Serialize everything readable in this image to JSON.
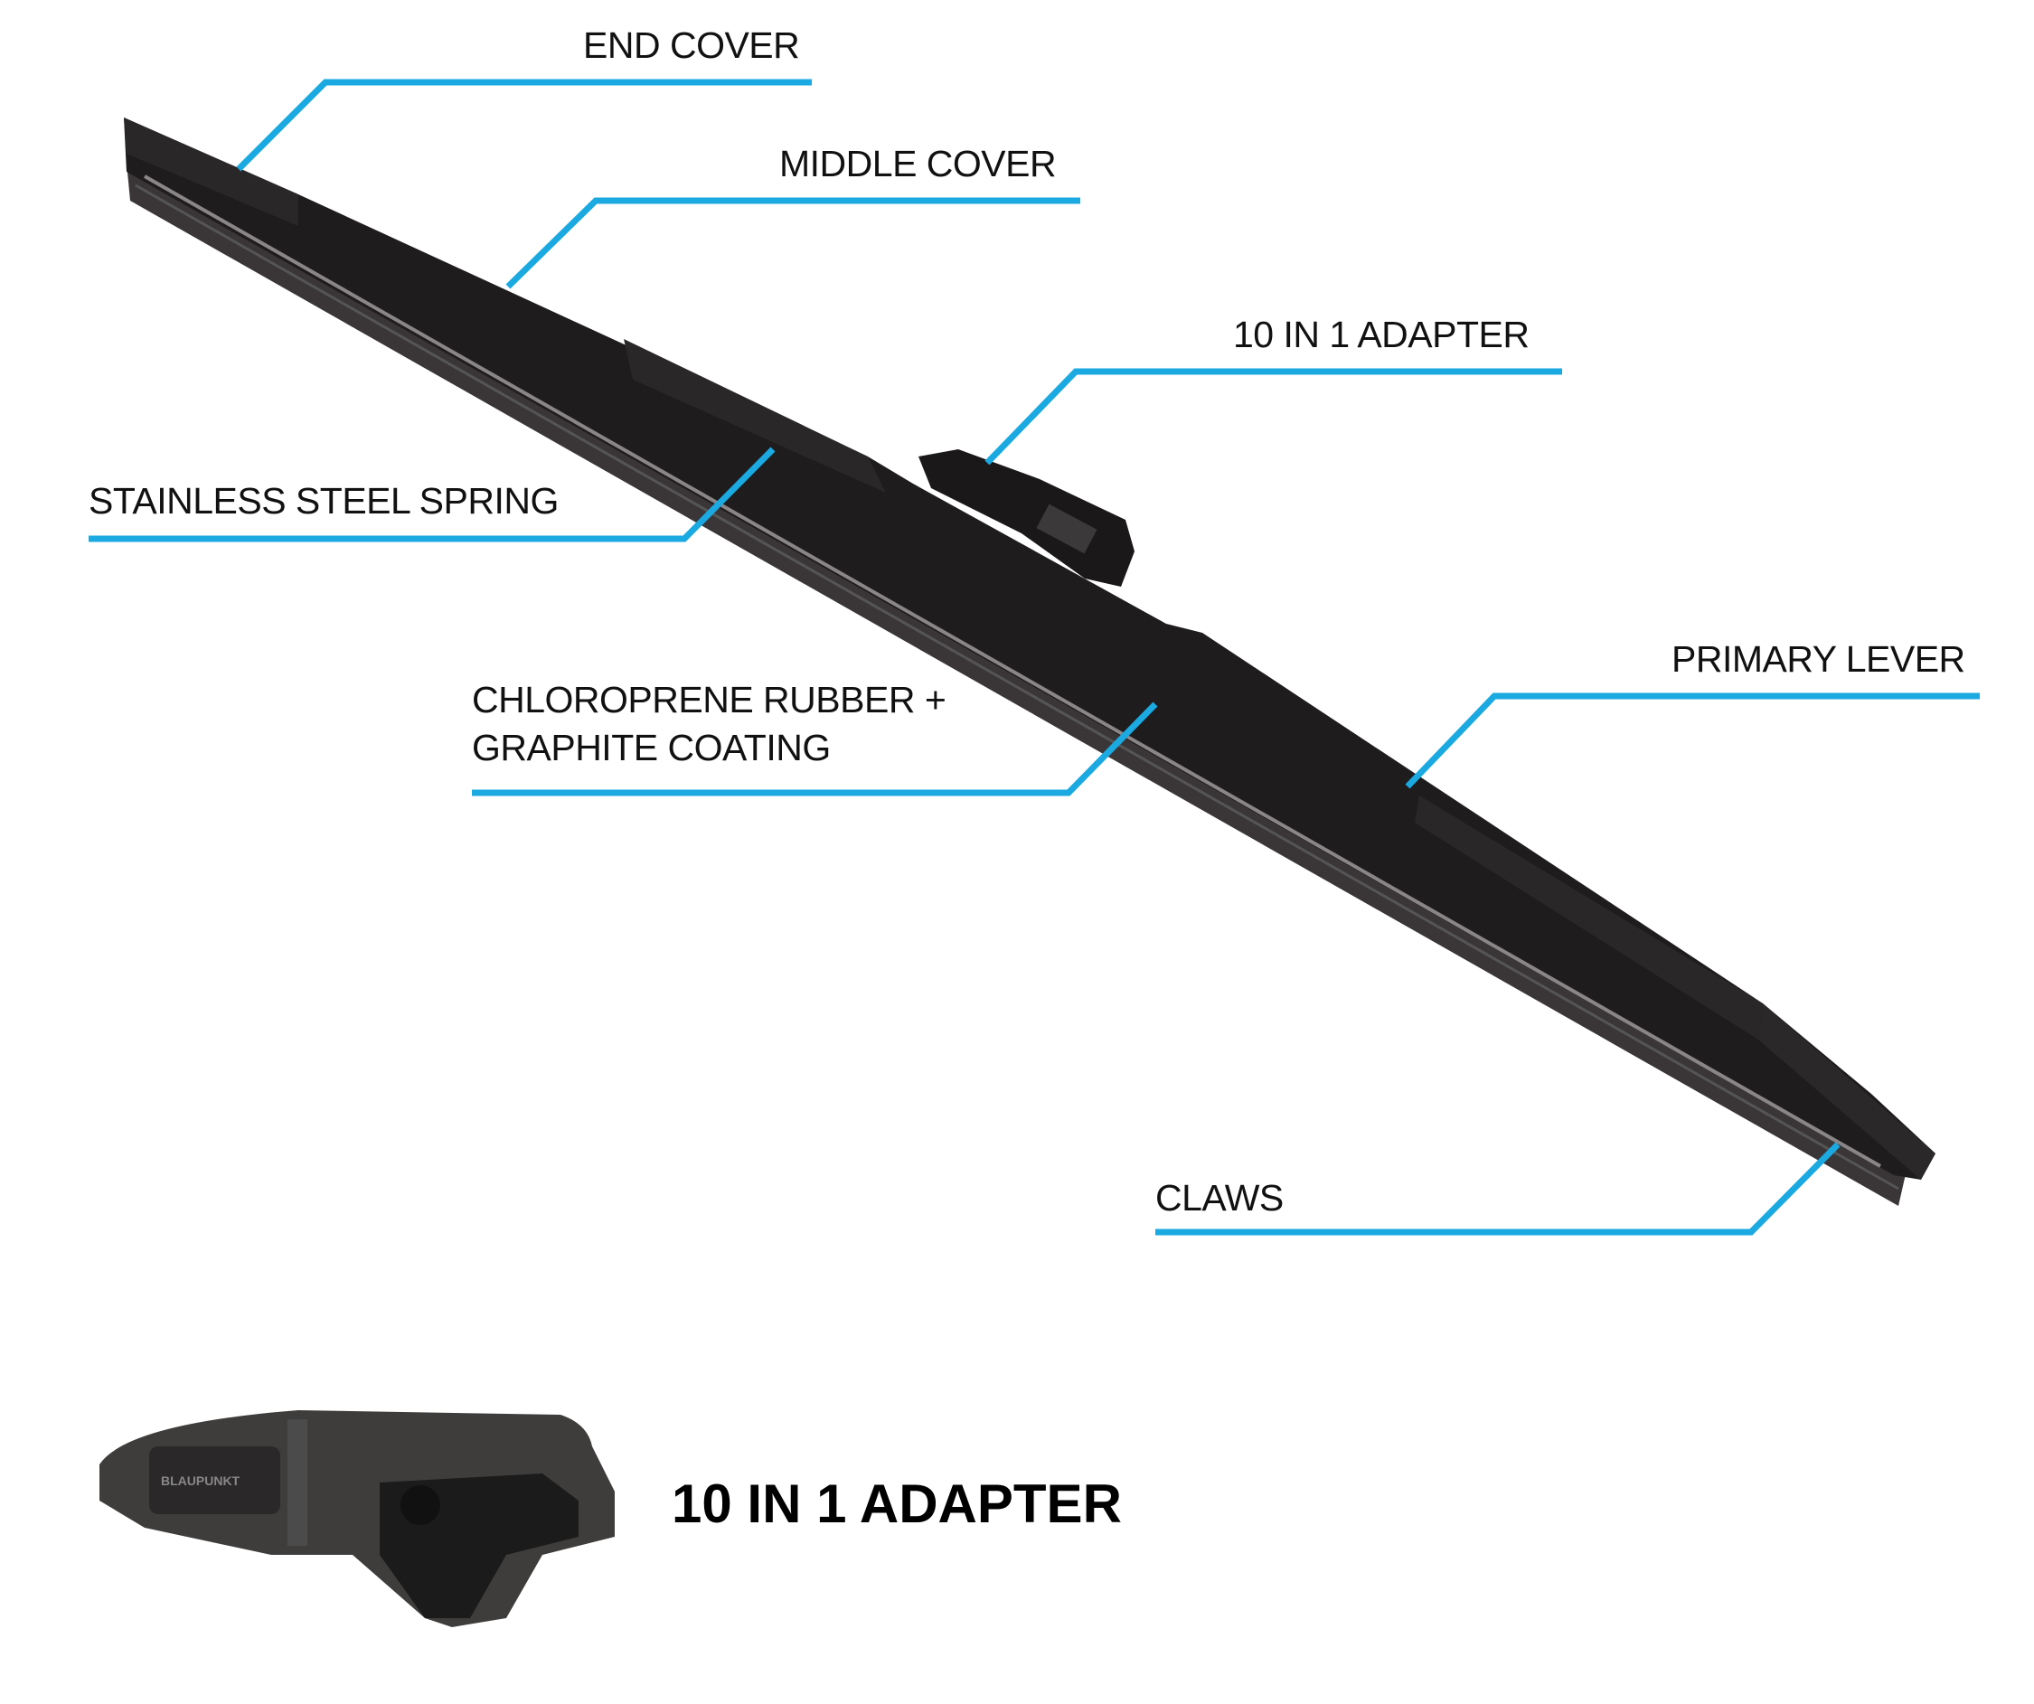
{
  "labels": {
    "end_cover": "END COVER",
    "middle_cover": "MIDDLE COVER",
    "adapter": "10 IN 1 ADAPTER",
    "spring": "STAINLESS STEEL SPRING",
    "primary_lever": "PRIMARY LEVER",
    "rubber_line1": "CHLOROPRENE RUBBER +",
    "rubber_line2": "GRAPHITE COATING",
    "claws": "CLAWS"
  },
  "inset": {
    "title": "10 IN 1 ADAPTER",
    "brand": "BLAUPUNKT"
  },
  "colors": {
    "leader": "#1ba9e1",
    "blade": "#1e1c1d"
  }
}
